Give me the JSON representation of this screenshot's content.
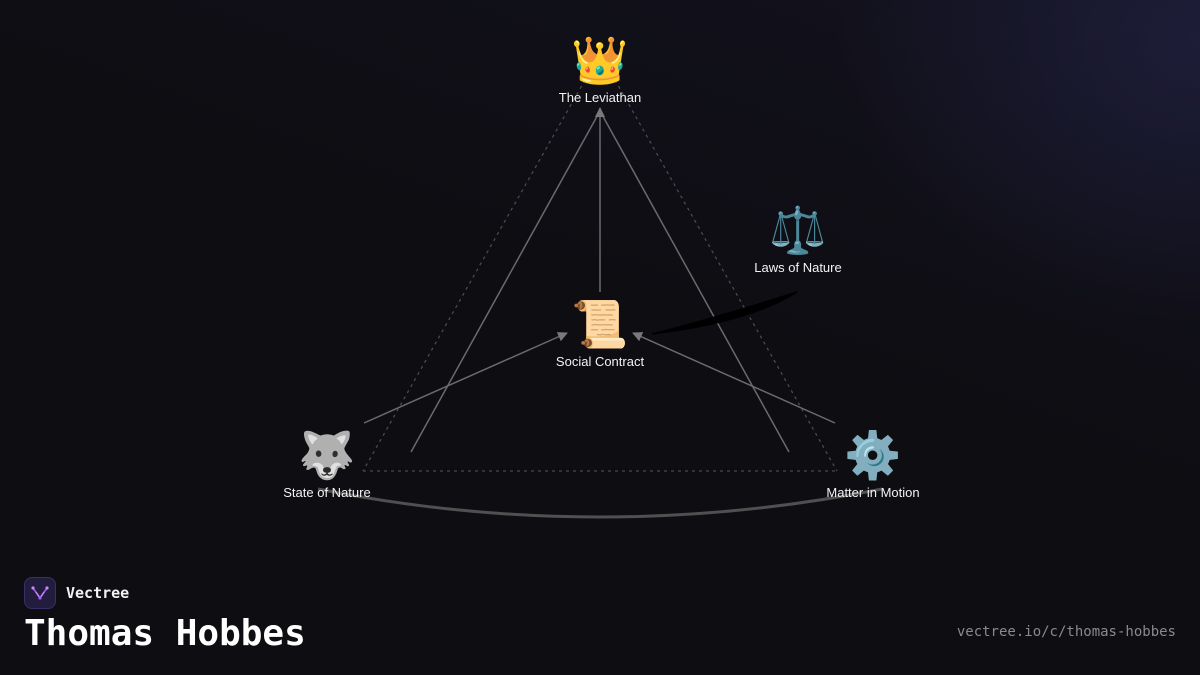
{
  "brand": {
    "name": "Vectree",
    "logo_icon": "vectree-logo-icon",
    "accent": "#a45ee8"
  },
  "title": "Thomas Hobbes",
  "url": "vectree.io/c/thomas-hobbes",
  "diagram": {
    "nodes": [
      {
        "id": "leviathan",
        "label": "The Leviathan",
        "emoji": "👑",
        "icon": "crown-icon"
      },
      {
        "id": "laws",
        "label": "Laws of Nature",
        "emoji": "⚖️",
        "icon": "scales-icon"
      },
      {
        "id": "contract",
        "label": "Social Contract",
        "emoji": "📜",
        "icon": "scroll-icon"
      },
      {
        "id": "state",
        "label": "State of Nature",
        "emoji": "🐺",
        "icon": "wolf-icon"
      },
      {
        "id": "matter",
        "label": "Matter in Motion",
        "emoji": "⚙️",
        "icon": "gear-icon"
      }
    ],
    "edges": [
      {
        "from": "state",
        "to": "leviathan",
        "style": "solid"
      },
      {
        "from": "matter",
        "to": "leviathan",
        "style": "solid"
      },
      {
        "from": "contract",
        "to": "leviathan",
        "style": "solid-arrow"
      },
      {
        "from": "state",
        "to": "contract",
        "style": "solid-arrow"
      },
      {
        "from": "matter",
        "to": "contract",
        "style": "solid-arrow"
      },
      {
        "from": "laws",
        "to": "contract",
        "style": "curved-black"
      },
      {
        "from": "state",
        "to": "matter",
        "style": "curved-grey"
      },
      {
        "from": "leviathan",
        "to": "state",
        "style": "dotted"
      },
      {
        "from": "leviathan",
        "to": "matter",
        "style": "dotted"
      },
      {
        "from": "state",
        "to": "matter",
        "style": "dotted"
      }
    ],
    "colors": {
      "line": "#6b6b6b",
      "dotted": "#4a4a4a",
      "curve": "#505050",
      "curve_dark": "#000000"
    }
  }
}
